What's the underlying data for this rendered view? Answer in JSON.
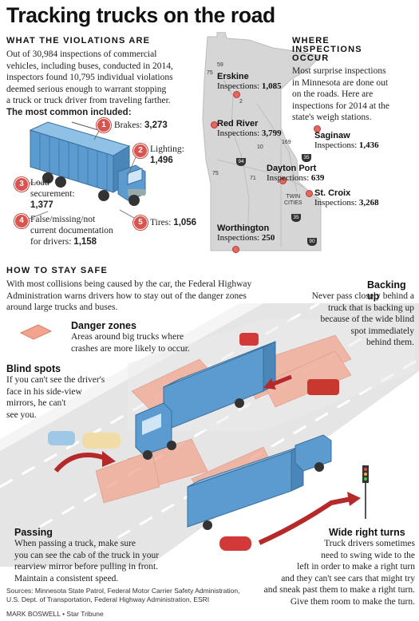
{
  "title": "Tracking trucks on the road",
  "violations": {
    "heading": "WHAT THE VIOLATIONS ARE",
    "intro": [
      "Out of 30,984 inspections of commercial",
      "vehicles, including buses, conducted in 2014,",
      "inspectors found 10,795 individual violations",
      "deemed serious enough to warrant stopping",
      "a truck or truck driver from traveling farther."
    ],
    "subhead": "The most common included:",
    "items": [
      {
        "num": "1",
        "label": "Brakes:",
        "value": "3,273"
      },
      {
        "num": "2",
        "label": "Lighting:",
        "value": "1,496"
      },
      {
        "num": "3",
        "label": "Load securement:",
        "value": "1,377"
      },
      {
        "num": "4",
        "label": "False/missing/not current documentation for drivers:",
        "value": "1,158"
      },
      {
        "num": "5",
        "label": "Tires:",
        "value": "1,056"
      }
    ],
    "item3_lines": [
      "Load",
      "securement:"
    ],
    "item4_lines": [
      "False/missing/not",
      "current documentation",
      "for drivers:"
    ]
  },
  "inspections": {
    "heading_lines": [
      "WHERE",
      "INSPECTIONS",
      "OCCUR"
    ],
    "text": [
      "Most surprise inspections",
      "in Minnesota are done out",
      "on the roads. Here are",
      "inspections for 2014 at the",
      "state's weigh stations."
    ],
    "inspections_label": "Inspections:",
    "stations": [
      {
        "name": "Erskine",
        "value": "1,085"
      },
      {
        "name": "Red River",
        "value": "3,799"
      },
      {
        "name": "Saginaw",
        "value": "1,436"
      },
      {
        "name": "Dayton Port",
        "value": "639"
      },
      {
        "name": "St. Croix",
        "value": "3,268"
      },
      {
        "name": "Worthington",
        "value": "250"
      }
    ],
    "twin_cities": [
      "TWIN",
      "CITIES"
    ],
    "highways": [
      "59",
      "75",
      "2",
      "10",
      "169",
      "35",
      "94",
      "71",
      "75",
      "35",
      "90"
    ]
  },
  "safety": {
    "heading": "HOW TO STAY SAFE",
    "intro": [
      "With most collisions being caused by the car, the Federal Highway",
      "Administration warns drivers how to stay out of the danger zones",
      "around large trucks and buses."
    ],
    "danger_title": "Danger zones",
    "danger_text": [
      "Areas around big trucks where",
      "crashes are more likely to occur."
    ],
    "blind_title": "Blind spots",
    "blind_text": [
      "If you can't see the driver's",
      "face in his side-view",
      "mirrors, he can't",
      "see you."
    ],
    "backing_title": "Backing up",
    "backing_text": [
      "Never pass closely behind a",
      "truck that is backing up",
      "because of the wide blind",
      "spot immediately",
      "behind them."
    ],
    "passing_title": "Passing",
    "passing_text": [
      "When passing  a truck, make sure",
      "you can see the cab of the truck in your",
      "rearview mirror before pulling in front.",
      "Maintain a consistent speed."
    ],
    "turns_title": "Wide right turns",
    "turns_text": [
      "Truck drivers sometimes",
      "need to swing wide to the",
      "left in order to make a right turn",
      "and they can't see cars that might  try",
      "and sneak past them to make a right turn.",
      "Give them room to make the turn."
    ]
  },
  "sources": [
    "Sources: Minnesota State Patrol, Federal Motor Carrier Safety Administration,",
    "U.S. Dept. of Transportation, Federal Highway Administration, ESRI"
  ],
  "credit": "MARK BOSWELL • Star Tribune",
  "colors": {
    "truck": "#5b9bd0",
    "danger": "#f2a48f",
    "badge": "#d9534f",
    "map": "#d6d6d6",
    "arrow": "#b5292a"
  }
}
